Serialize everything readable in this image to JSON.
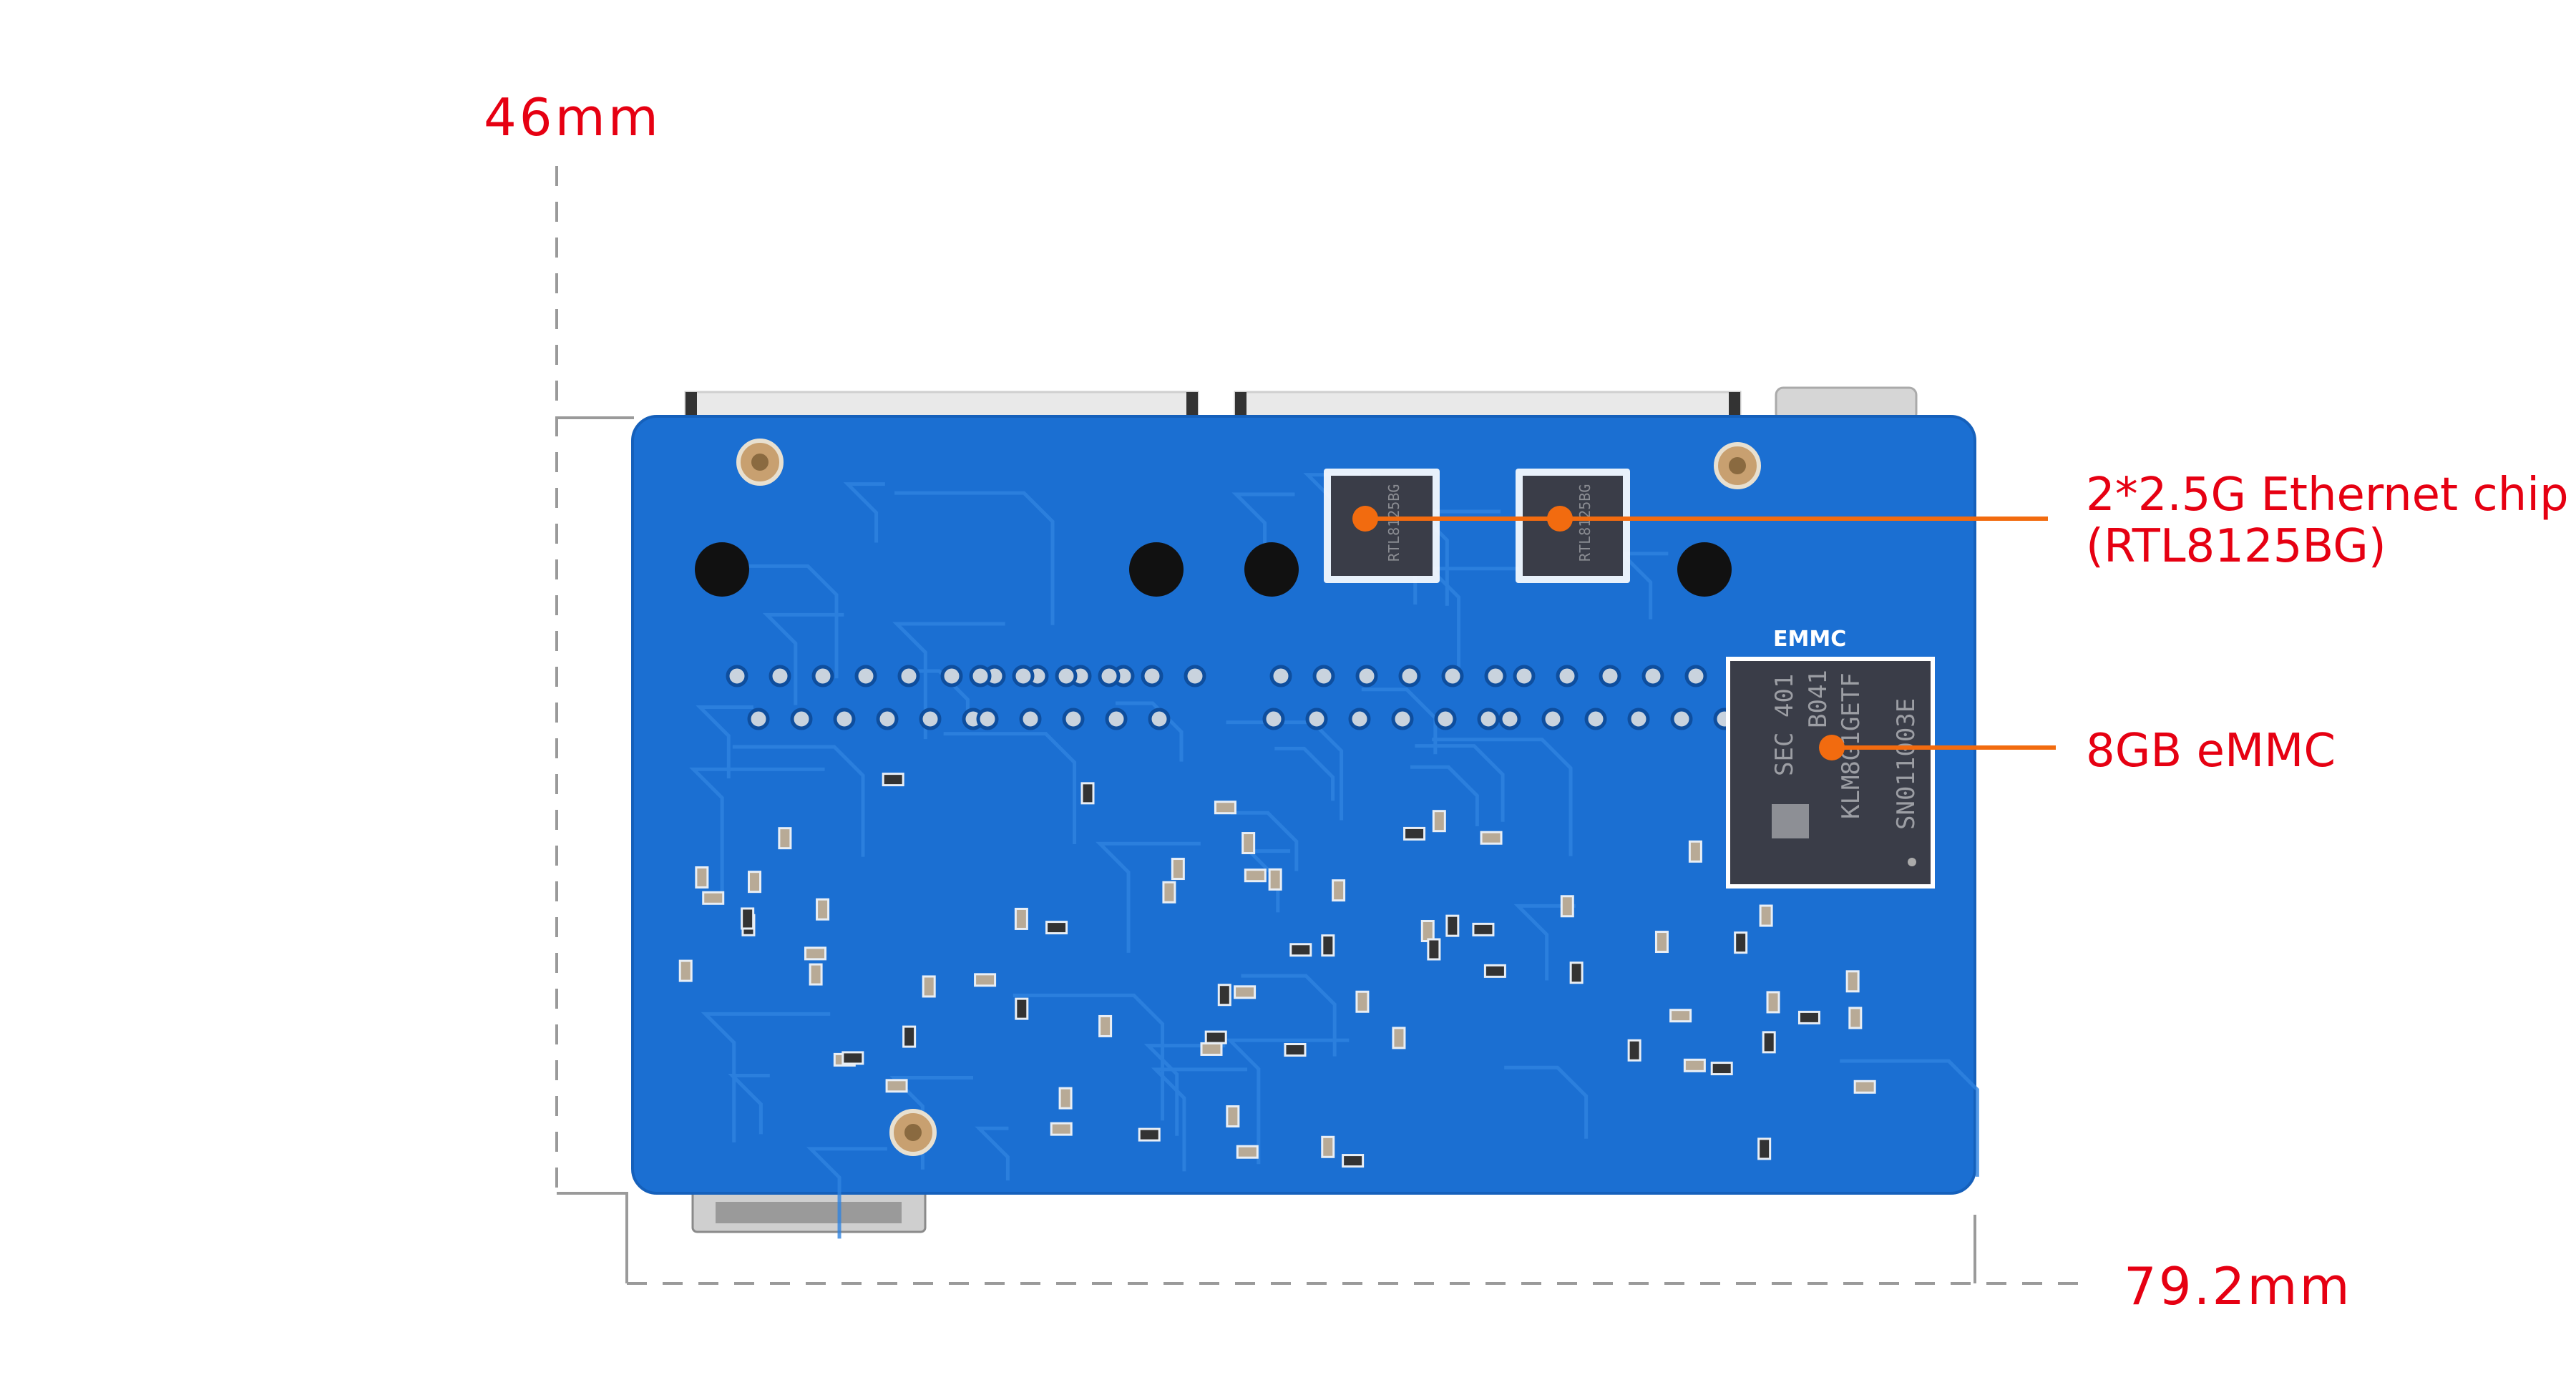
{
  "dimensions": {
    "height_label": "46mm",
    "width_label": "79.2mm"
  },
  "callouts": {
    "ethernet": {
      "line1": "2*2.5G Ethernet chip",
      "line2": "(RTL8125BG)"
    },
    "emmc": {
      "label": "8GB eMMC"
    }
  },
  "board": {
    "silkscreen_emmc": "EMMC",
    "eth_chip_marking": "RTL8125BG",
    "emmc_marking": [
      "SEC 401",
      "B041",
      "KLM8G1GETF",
      "SN011003E"
    ]
  },
  "colors": {
    "label_red": "#e60012",
    "callout_orange": "#f26b0f",
    "pcb_blue": "#1b6fd2",
    "dimension_gray": "#9a9a9a"
  }
}
